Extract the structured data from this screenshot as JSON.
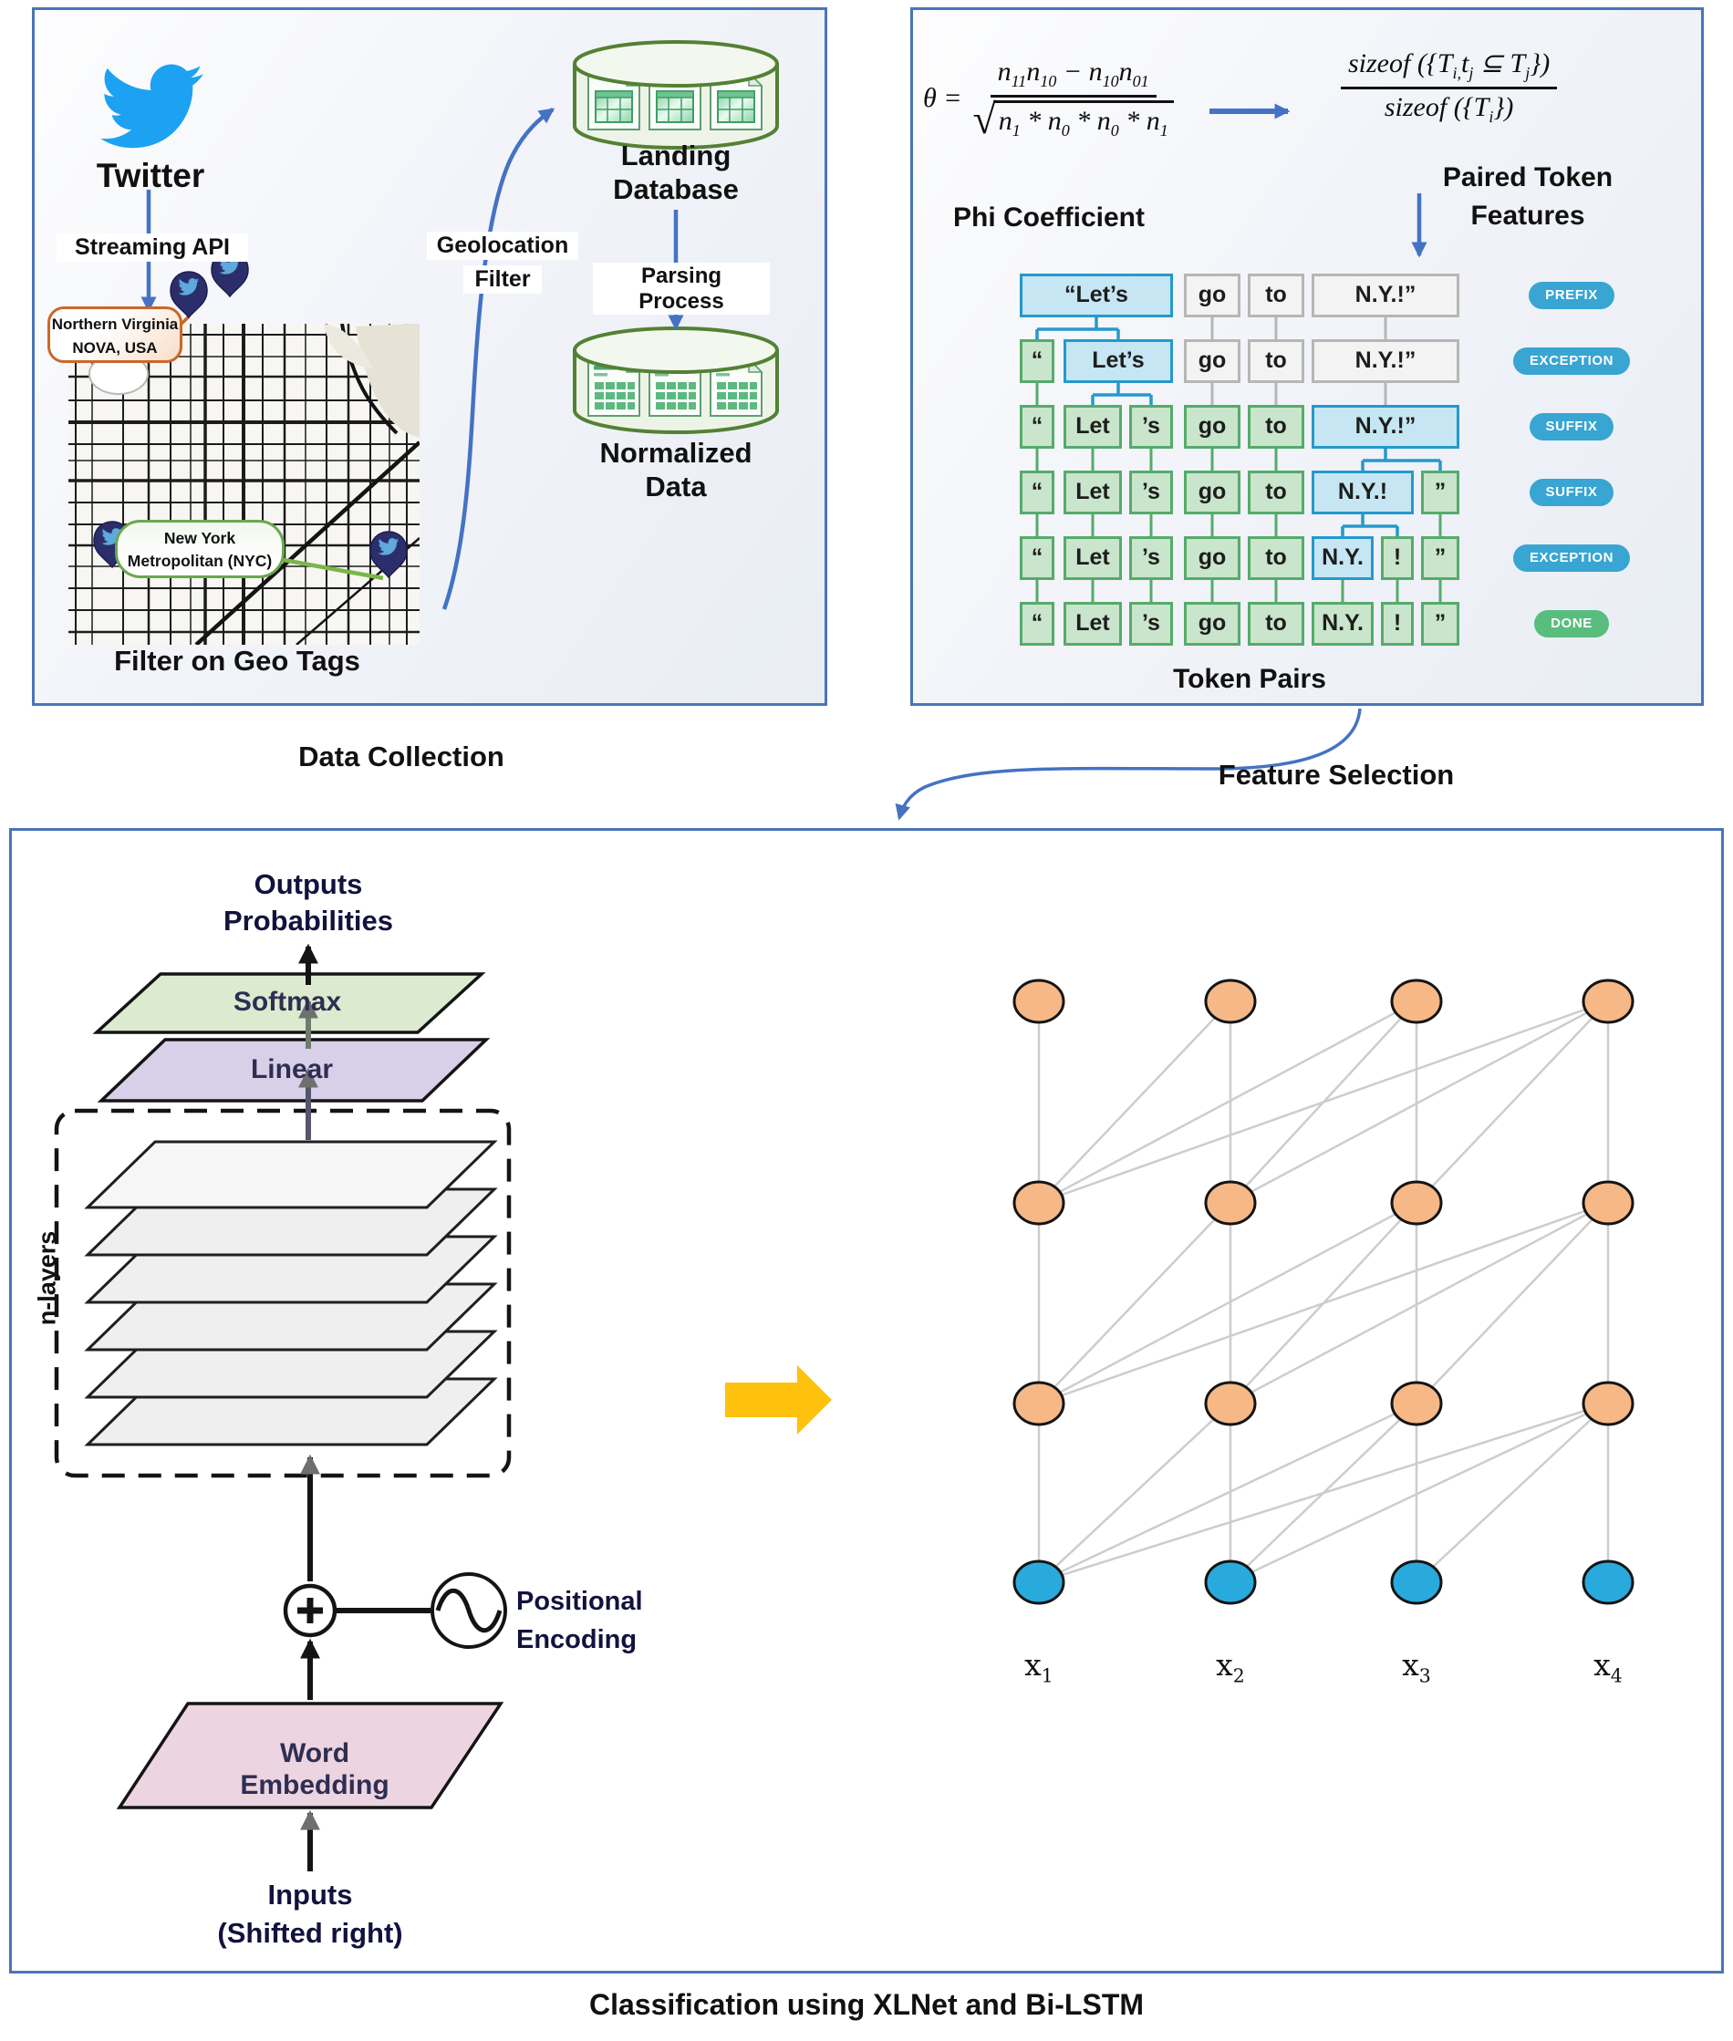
{
  "captions": {
    "data_collection": "Data Collection",
    "feature_selection": "Feature Selection",
    "classification": "Classification using XLNet and Bi-LSTM"
  },
  "data_collection": {
    "twitter_label": "Twitter",
    "streaming_api": "Streaming API",
    "geolocation_filter_line1": "Geolocation",
    "geolocation_filter_line2": "Filter",
    "map_caption": "Filter on Geo Tags",
    "callout_nova_line1": "Northern Virginia",
    "callout_nova_line2": "NOVA, USA",
    "callout_nyc_line1": "New York",
    "callout_nyc_line2": "Metropolitan (NYC)",
    "landing_db_line1": "Landing",
    "landing_db_line2": "Database",
    "parsing_process": "Parsing Process",
    "normalized_db_line1": "Normalized",
    "normalized_db_line2": "Data"
  },
  "feature_selection": {
    "phi_formula": {
      "lhs": "θ =",
      "numerator_segs": [
        {
          "t": "n"
        },
        {
          "s": "11"
        },
        {
          "t": "n"
        },
        {
          "s": "10"
        },
        {
          "t": " − "
        },
        {
          "t": "n"
        },
        {
          "s": "10"
        },
        {
          "t": "n"
        },
        {
          "s": "01"
        }
      ],
      "sqrt_sign": "√",
      "denominator_segs": [
        {
          "t": "n"
        },
        {
          "s": "1"
        },
        {
          "t": " * n"
        },
        {
          "s": "0"
        },
        {
          "t": " * n"
        },
        {
          "s": "0"
        },
        {
          "t": " * n"
        },
        {
          "s": "1"
        }
      ],
      "label": "Phi Coefficient"
    },
    "paired_formula": {
      "numerator_segs": [
        {
          "t": "sizeof "
        },
        {
          "t": "({T"
        },
        {
          "s": "i,"
        },
        {
          "t": "t"
        },
        {
          "s": "j"
        },
        {
          "t": " ⊆ T"
        },
        {
          "s": "j"
        },
        {
          "t": "})"
        }
      ],
      "denominator_segs": [
        {
          "t": "sizeof "
        },
        {
          "t": "({T"
        },
        {
          "s": "i"
        },
        {
          "t": "})"
        }
      ],
      "label_line1": "Paired Token",
      "label_line2": "Features"
    },
    "token_grid": {
      "caption": "Token Pairs",
      "rows": [
        {
          "pill": "PREFIX",
          "pill_style": "blue",
          "tokens": [
            {
              "text": "“Let’s",
              "style": "blue",
              "c0": 0,
              "c1": 2
            },
            {
              "text": "go",
              "style": "gray",
              "c0": 3,
              "c1": 3
            },
            {
              "text": "to",
              "style": "gray",
              "c0": 4,
              "c1": 4
            },
            {
              "text": "N.Y.!”",
              "style": "gray",
              "c0": 5,
              "c1": 7
            }
          ]
        },
        {
          "pill": "EXCEPTION",
          "pill_style": "blue",
          "tokens": [
            {
              "text": "“",
              "style": "green",
              "c0": 0,
              "c1": 0
            },
            {
              "text": "Let’s",
              "style": "blue",
              "c0": 1,
              "c1": 2
            },
            {
              "text": "go",
              "style": "gray",
              "c0": 3,
              "c1": 3
            },
            {
              "text": "to",
              "style": "gray",
              "c0": 4,
              "c1": 4
            },
            {
              "text": "N.Y.!”",
              "style": "gray",
              "c0": 5,
              "c1": 7
            }
          ]
        },
        {
          "pill": "SUFFIX",
          "pill_style": "blue",
          "tokens": [
            {
              "text": "“",
              "style": "green",
              "c0": 0,
              "c1": 0
            },
            {
              "text": "Let",
              "style": "green",
              "c0": 1,
              "c1": 1
            },
            {
              "text": "’s",
              "style": "green",
              "c0": 2,
              "c1": 2
            },
            {
              "text": "go",
              "style": "green",
              "c0": 3,
              "c1": 3
            },
            {
              "text": "to",
              "style": "green",
              "c0": 4,
              "c1": 4
            },
            {
              "text": "N.Y.!”",
              "style": "blue",
              "c0": 5,
              "c1": 7
            }
          ]
        },
        {
          "pill": "SUFFIX",
          "pill_style": "blue",
          "tokens": [
            {
              "text": "“",
              "style": "green",
              "c0": 0,
              "c1": 0
            },
            {
              "text": "Let",
              "style": "green",
              "c0": 1,
              "c1": 1
            },
            {
              "text": "’s",
              "style": "green",
              "c0": 2,
              "c1": 2
            },
            {
              "text": "go",
              "style": "green",
              "c0": 3,
              "c1": 3
            },
            {
              "text": "to",
              "style": "green",
              "c0": 4,
              "c1": 4
            },
            {
              "text": "N.Y.!",
              "style": "blue",
              "c0": 5,
              "c1": 6
            },
            {
              "text": "”",
              "style": "green",
              "c0": 7,
              "c1": 7
            }
          ]
        },
        {
          "pill": "EXCEPTION",
          "pill_style": "blue",
          "tokens": [
            {
              "text": "“",
              "style": "green",
              "c0": 0,
              "c1": 0
            },
            {
              "text": "Let",
              "style": "green",
              "c0": 1,
              "c1": 1
            },
            {
              "text": "’s",
              "style": "green",
              "c0": 2,
              "c1": 2
            },
            {
              "text": "go",
              "style": "green",
              "c0": 3,
              "c1": 3
            },
            {
              "text": "to",
              "style": "green",
              "c0": 4,
              "c1": 4
            },
            {
              "text": "N.Y.",
              "style": "blue",
              "c0": 5,
              "c1": 5
            },
            {
              "text": "!",
              "style": "green",
              "c0": 6,
              "c1": 6
            },
            {
              "text": "”",
              "style": "green",
              "c0": 7,
              "c1": 7
            }
          ]
        },
        {
          "pill": "DONE",
          "pill_style": "green",
          "tokens": [
            {
              "text": "“",
              "style": "green",
              "c0": 0,
              "c1": 0
            },
            {
              "text": "Let",
              "style": "green",
              "c0": 1,
              "c1": 1
            },
            {
              "text": "’s",
              "style": "green",
              "c0": 2,
              "c1": 2
            },
            {
              "text": "go",
              "style": "green",
              "c0": 3,
              "c1": 3
            },
            {
              "text": "to",
              "style": "green",
              "c0": 4,
              "c1": 4
            },
            {
              "text": "N.Y.",
              "style": "green",
              "c0": 5,
              "c1": 5
            },
            {
              "text": "!",
              "style": "green",
              "c0": 6,
              "c1": 6
            },
            {
              "text": "”",
              "style": "green",
              "c0": 7,
              "c1": 7
            }
          ]
        }
      ]
    }
  },
  "classification": {
    "outputs_line1": "Outputs",
    "outputs_line2": "Probabilities",
    "softmax": "Softmax",
    "linear": "Linear",
    "n_layers": "n-layers",
    "positional_line1": "Positional",
    "positional_line2": "Encoding",
    "word_embedding": "Word Embedding",
    "inputs_line1": "Inputs",
    "inputs_line2": "(Shifted right)",
    "x_labels": [
      {
        "base": "x",
        "sub": "1"
      },
      {
        "base": "x",
        "sub": "2"
      },
      {
        "base": "x",
        "sub": "3"
      },
      {
        "base": "x",
        "sub": "4"
      }
    ]
  },
  "colors": {
    "accent_blue": "#4472c4",
    "twitter_blue": "#1da1f2",
    "db_green": "#538135",
    "token_green_border": "#55ab6b",
    "token_blue_border": "#2599cc",
    "token_gray_border": "#b6b6b6",
    "pill_blue": "#38a5d2",
    "pill_green": "#58bd7d",
    "node_orange": "#f5b886",
    "node_blue": "#29aadd",
    "edge_gray": "#cdcdcd",
    "yellow_arrow": "#fec10d"
  }
}
